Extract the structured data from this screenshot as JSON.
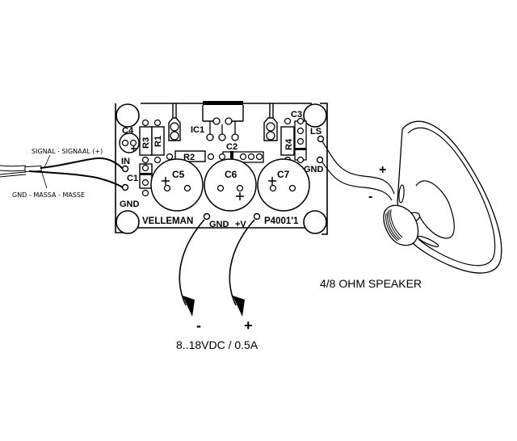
{
  "board": {
    "brand": "VELLEMAN",
    "model": "P4001'1",
    "components": {
      "ic1": "IC1",
      "r1": "R1",
      "r2": "R2",
      "r3": "R3",
      "r4": "R4",
      "c1": "C1",
      "c2": "C2",
      "c3": "C3",
      "c4": "C4",
      "c5": "C5",
      "c6": "C6",
      "c7": "C7"
    },
    "pins": {
      "in": "IN",
      "gnd_in": "GND",
      "ls": "LS",
      "gnd_out": "GND",
      "gnd_power": "GND",
      "vplus": "+V"
    },
    "polarity_plus": "+"
  },
  "input": {
    "signal_label": "SIGNAL - SIGNAAL (+)",
    "ground_label": "GND - MASSA - MASSE"
  },
  "power": {
    "minus": "-",
    "plus": "+",
    "spec": "8..18VDC / 0.5A"
  },
  "speaker": {
    "plus": "+",
    "minus": "-",
    "label": "4/8 OHM SPEAKER"
  }
}
